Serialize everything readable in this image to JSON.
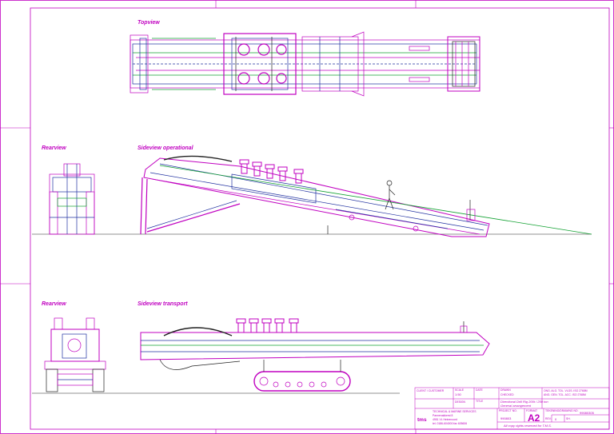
{
  "colors": {
    "magenta": "#c000c0",
    "blue": "#2030a0",
    "green": "#10a030",
    "black": "#222222"
  },
  "views": {
    "top": "Topview",
    "rear_operational": "Rearview",
    "side_operational": "Sideview operational",
    "rear_transport": "Rearview",
    "side_transport": "Sideview transport"
  },
  "title_block": {
    "logo_text": "tms",
    "company_line1": "TECHNICAL & MARINE SERVICES",
    "company_line2": "Pannenakkerst 8",
    "company_line3": "4951 VL Heinenoord",
    "company_line4": "tel. 0186-604000   fax 605606",
    "scale_label": "SCALE",
    "scale_value": "1:50",
    "date_label": "DATE",
    "date_value": "DESIGN",
    "drawn_label": "DRAWN",
    "checked_label": "CHECKED",
    "client_label": "CLIENT / CUSTOMER",
    "title_label": "TITLE",
    "title_line1": "Directional Drill Rig 200t / 250 ton",
    "title_line2": "General arrangement",
    "tolerance_line1": "ONG. ALG. TOL. VLGS. ISO 2768M",
    "tolerance_line2": "ANG. GEN. TOL. ACC. ISO 2768M",
    "project_label": "PROJECT NO.",
    "project_value": "990803",
    "format_label": "FORMAT",
    "format_value": "A2",
    "drawing_label": "TEKENING/DRAWING NO.",
    "drawing_value": "99080305",
    "rev_label": "REV.",
    "rev_value": "0",
    "sheet_label": "SH.",
    "copyright": "All copy rights reserved for T.M.S."
  }
}
